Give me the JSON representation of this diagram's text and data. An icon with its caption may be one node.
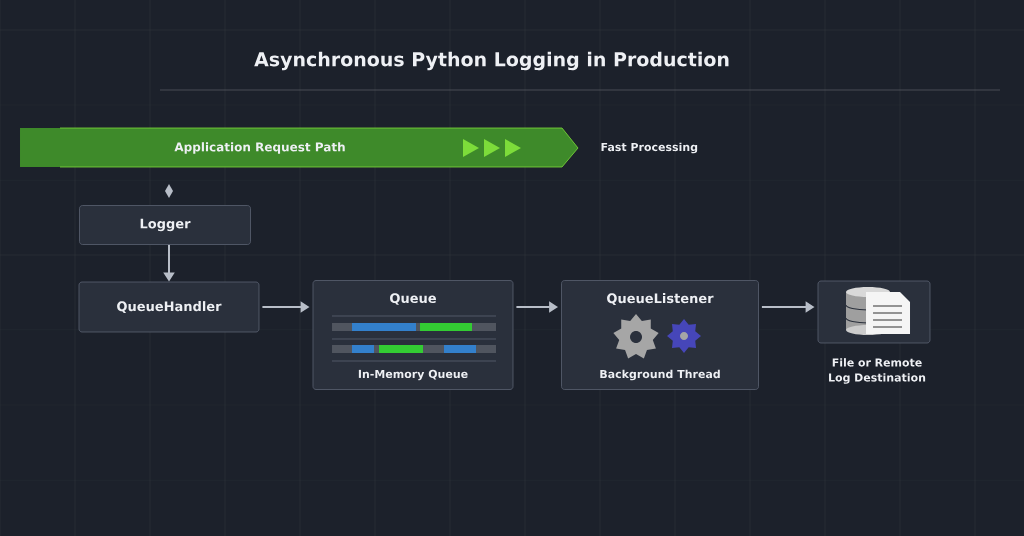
{
  "diagram": {
    "title": "Asynchronous Python Logging in Production",
    "nodes": [
      {
        "text": [
          "Application Request Path"
        ],
        "beside": [
          "Fast Processing"
        ]
      },
      {
        "text": [
          "Logger"
        ]
      },
      {
        "text": [
          "QueueHandler"
        ]
      },
      {
        "text": [
          "Queue",
          "In-Memory Queue"
        ]
      },
      {
        "text": [
          "QueueListener",
          "Background Thread"
        ]
      },
      {
        "text": [],
        "shape": "picture",
        "beside": [
          "File or Remote Log Destination"
        ]
      }
    ],
    "edges": [
      {
        "from": 1,
        "to": 2,
        "arrow": "to"
      },
      {
        "from": 2,
        "to": 3,
        "arrow": "to"
      },
      {
        "from": 3,
        "to": 4,
        "arrow": "to"
      },
      {
        "from": 4,
        "to": 5,
        "arrow": "to"
      }
    ]
  }
}
